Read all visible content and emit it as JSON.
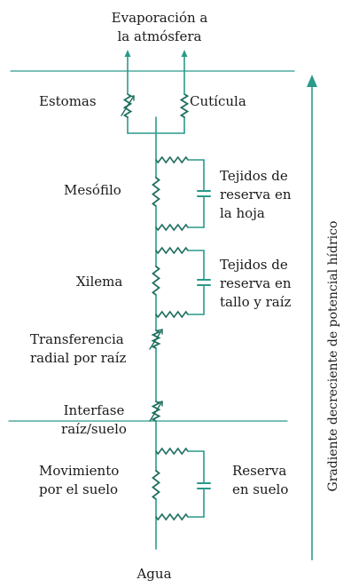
{
  "top_label": [
    "Evaporación a",
    "la atmósfera"
  ],
  "bottom_label": "Agua",
  "gradient_label": "Gradiente decreciente de potencial hídrico",
  "labels": {
    "estomas": "Estomas",
    "cuticula": "Cutícula",
    "mesofilo": "Mesófilo",
    "tejidos_hoja": [
      "Tejidos de",
      "reserva en",
      "la hoja"
    ],
    "xilema": "Xilema",
    "tejidos_tallo": [
      "Tejidos de",
      "reserva en",
      "tallo y raíz"
    ],
    "transferencia": [
      "Transferencia",
      "radial por raíz"
    ],
    "interfase": [
      "Interfase",
      "raíz/suelo"
    ],
    "movimiento": [
      "Movimiento",
      "por el suelo"
    ],
    "reserva_suelo": [
      "Reserva",
      "en suelo"
    ]
  },
  "colors": {
    "line": "#2a9a8a",
    "resistor": "#1f6f5f",
    "text": "#1a1a1a"
  }
}
